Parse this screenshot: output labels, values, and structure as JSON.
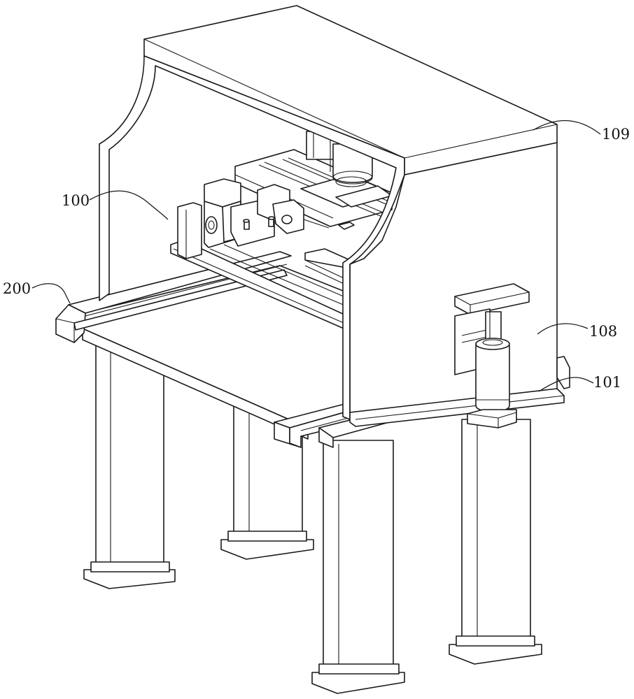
{
  "figure": {
    "labels": {
      "l100": "100",
      "l109": "109",
      "l200": "200",
      "l108": "108",
      "l101": "101"
    }
  }
}
